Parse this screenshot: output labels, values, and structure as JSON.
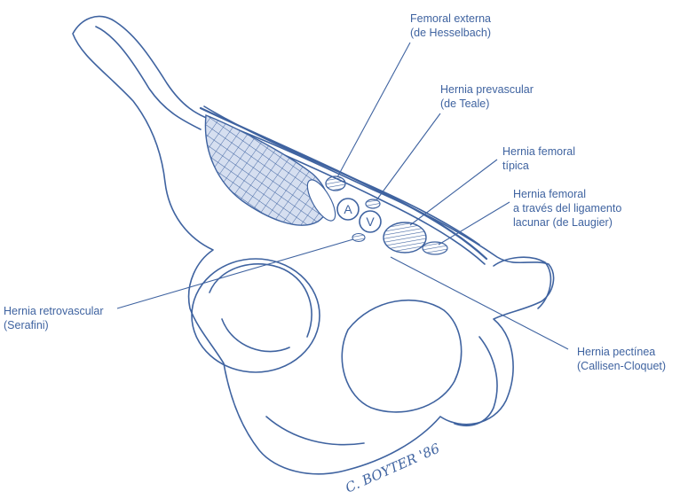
{
  "colors": {
    "ink": "#3f63a0",
    "paper": "#ffffff",
    "hatch_fill": "#d6dff0"
  },
  "vessel_marks": {
    "artery": "A",
    "vein": "V"
  },
  "labels": {
    "femoral_externa": [
      "Femoral externa",
      "(de Hesselbach)"
    ],
    "hernia_prevascular": [
      "Hernia prevascular",
      "(de Teale)"
    ],
    "hernia_femoral_tipica": [
      "Hernia femoral",
      "típica"
    ],
    "hernia_laugier": [
      "Hernia femoral",
      "a través del ligamento",
      "lacunar (de Laugier)"
    ],
    "hernia_retrovascular": [
      "Hernia retrovascular",
      "(Serafini)"
    ],
    "hernia_pectinea": [
      "Hernia pectínea",
      "(Callisen-Cloquet)"
    ]
  },
  "signature": "C. BOYTER '86"
}
